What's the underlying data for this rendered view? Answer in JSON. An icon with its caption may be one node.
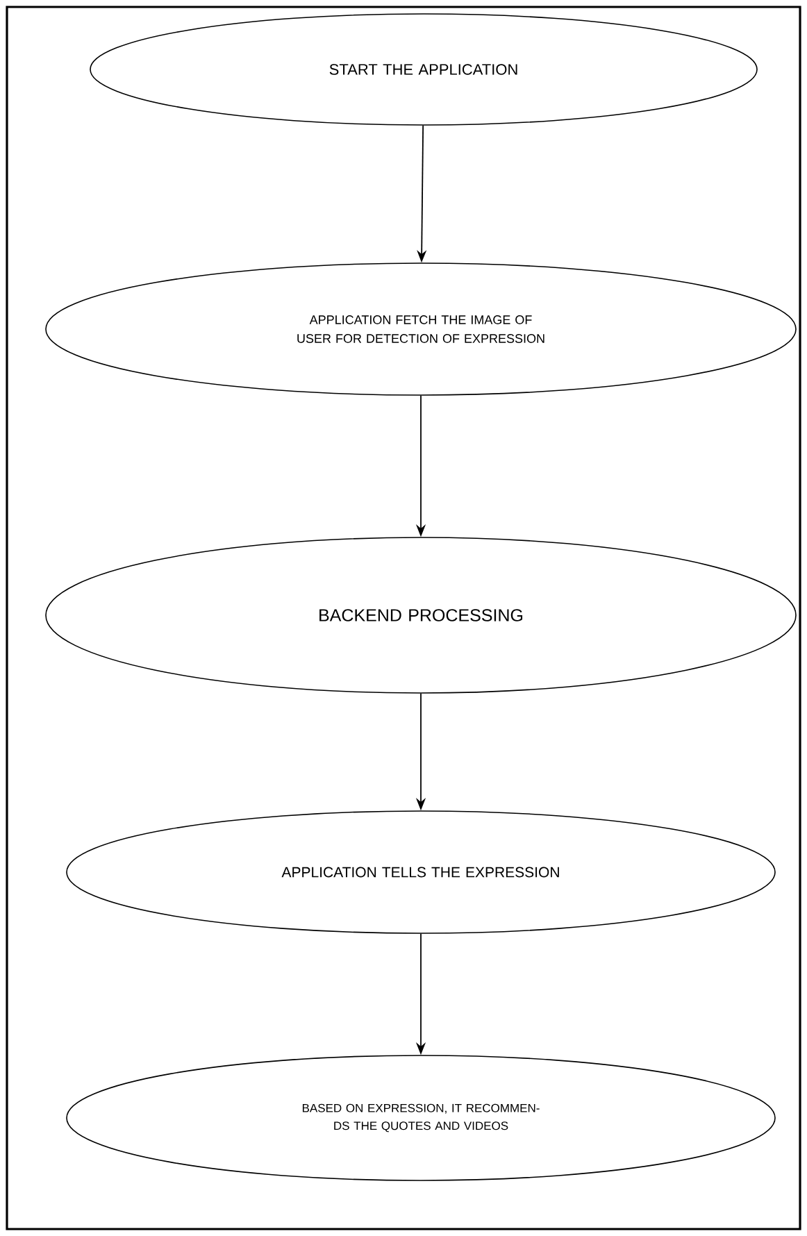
{
  "diagram": {
    "nodes": [
      {
        "text": [
          "START THE APPLICATION"
        ]
      },
      {
        "text": [
          "APPLICATION FETCH THE IMAGE OF USER FOR DETECTION OF EXPRESSION"
        ]
      },
      {
        "text": [
          "BACKEND PROCESSING"
        ]
      },
      {
        "text": [
          "APPLICATION TELLS THE EXPRESSION"
        ]
      },
      {
        "text": [
          "BASED ON EXPRESSION, IT RECOMMEN- DS THE QUOTES AND VIDEOS"
        ]
      }
    ],
    "edges": [
      {
        "from": 0,
        "to": 1,
        "arrow": "to"
      },
      {
        "from": 1,
        "to": 2,
        "arrow": "to"
      },
      {
        "from": 2,
        "to": 3,
        "arrow": "to"
      },
      {
        "from": 3,
        "to": 4,
        "arrow": "to"
      }
    ]
  }
}
